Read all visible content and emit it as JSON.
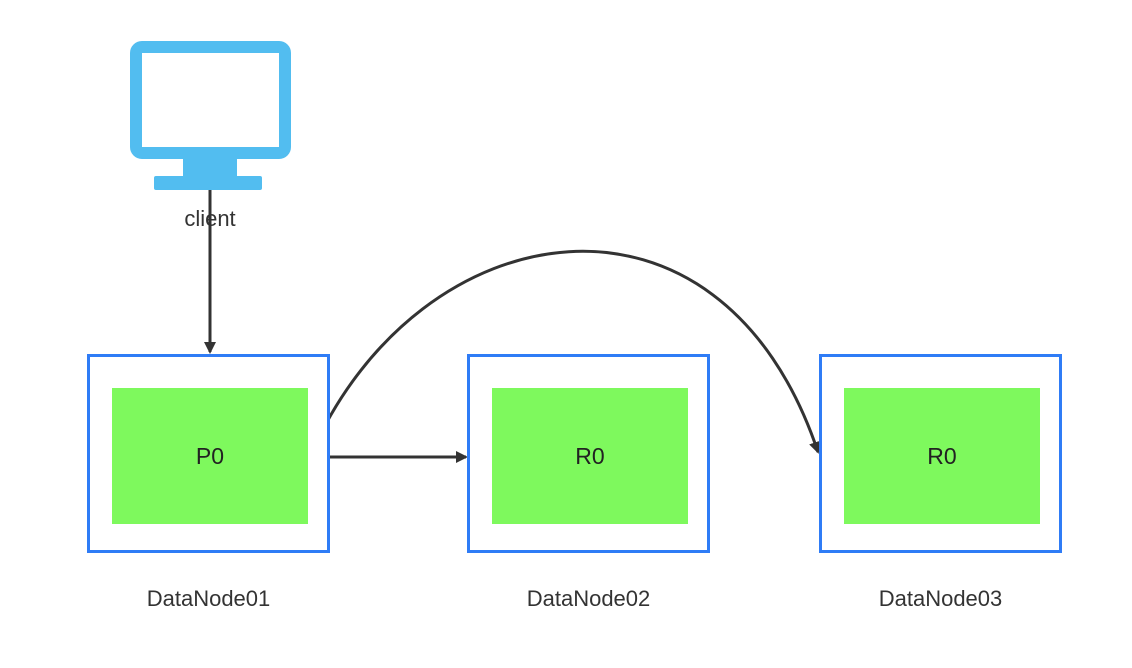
{
  "client": {
    "label": "client",
    "icon": "monitor-icon",
    "icon_color": "#52bdf0"
  },
  "nodes": [
    {
      "name": "DataNode01",
      "shard": "P0"
    },
    {
      "name": "DataNode02",
      "shard": "R0"
    },
    {
      "name": "DataNode03",
      "shard": "R0"
    }
  ],
  "colors": {
    "node_border": "#2f7cf6",
    "shard_fill": "#7ef95d",
    "arrow": "#333333"
  }
}
